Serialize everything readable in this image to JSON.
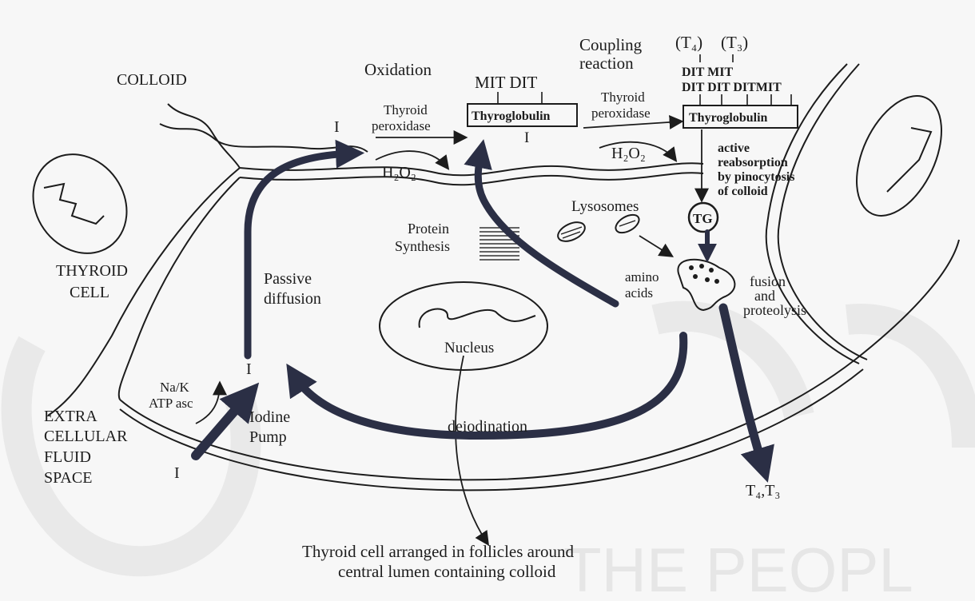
{
  "labels": {
    "colloid": "COLLOID",
    "thyroid_cell_1": "THYROID",
    "thyroid_cell_2": "CELL",
    "ecf_1": "EXTRA",
    "ecf_2": "CELLULAR",
    "ecf_3": "FLUID",
    "ecf_4": "SPACE",
    "oxidation": "Oxidation",
    "coupling_1": "Coupling",
    "coupling_2": "reaction",
    "t4_top": "(T₄)",
    "t3_top": "(T₃)",
    "tpo1_1": "Thyroid",
    "tpo1_2": "peroxidase",
    "tpo2_1": "Thyroid",
    "tpo2_2": "peroxidase",
    "h2o2_1": "H₂O₂",
    "h2o2_2": "H₂O₂",
    "mit_dit_1": "MIT DIT",
    "thyroglobulin_1": "Thyroglobulin",
    "thyroglobulin_2": "Thyroglobulin",
    "iodide_under_tg": "I",
    "dit_mit_top": "DIT MIT",
    "dit_row": "DIT DIT DITMIT",
    "active_1": "active",
    "active_2": "reabsorption",
    "active_3": "by pinocytosis",
    "active_4": "of colloid",
    "tg": "TG",
    "lysosomes": "Lysosomes",
    "protein_1": "Protein",
    "protein_2": "Synthesis",
    "amino_1": "amino",
    "amino_2": "acids",
    "fusion_1": "fusion",
    "fusion_2": "and",
    "fusion_3": "proteolysis",
    "passive_1": "Passive",
    "passive_2": "diffusion",
    "iodide_top": "I",
    "iodide_mid": "I",
    "iodide_out": "I",
    "nak_1": "Na/K",
    "nak_2": "ATP asc",
    "pump_1": "Iodine",
    "pump_2": "Pump",
    "nucleus": "Nucleus",
    "deiodination": "deiodination",
    "t4t3_out": "T₄,T₃",
    "caption_1": "Thyroid cell arranged in follicles around",
    "caption_2": "central lumen containing colloid",
    "watermark": "THE PEOPL"
  },
  "colors": {
    "ink": "#1c1c1c",
    "arrow": "#2b2f45",
    "background": "#f7f7f7",
    "watermark": "#e6e6e6"
  }
}
